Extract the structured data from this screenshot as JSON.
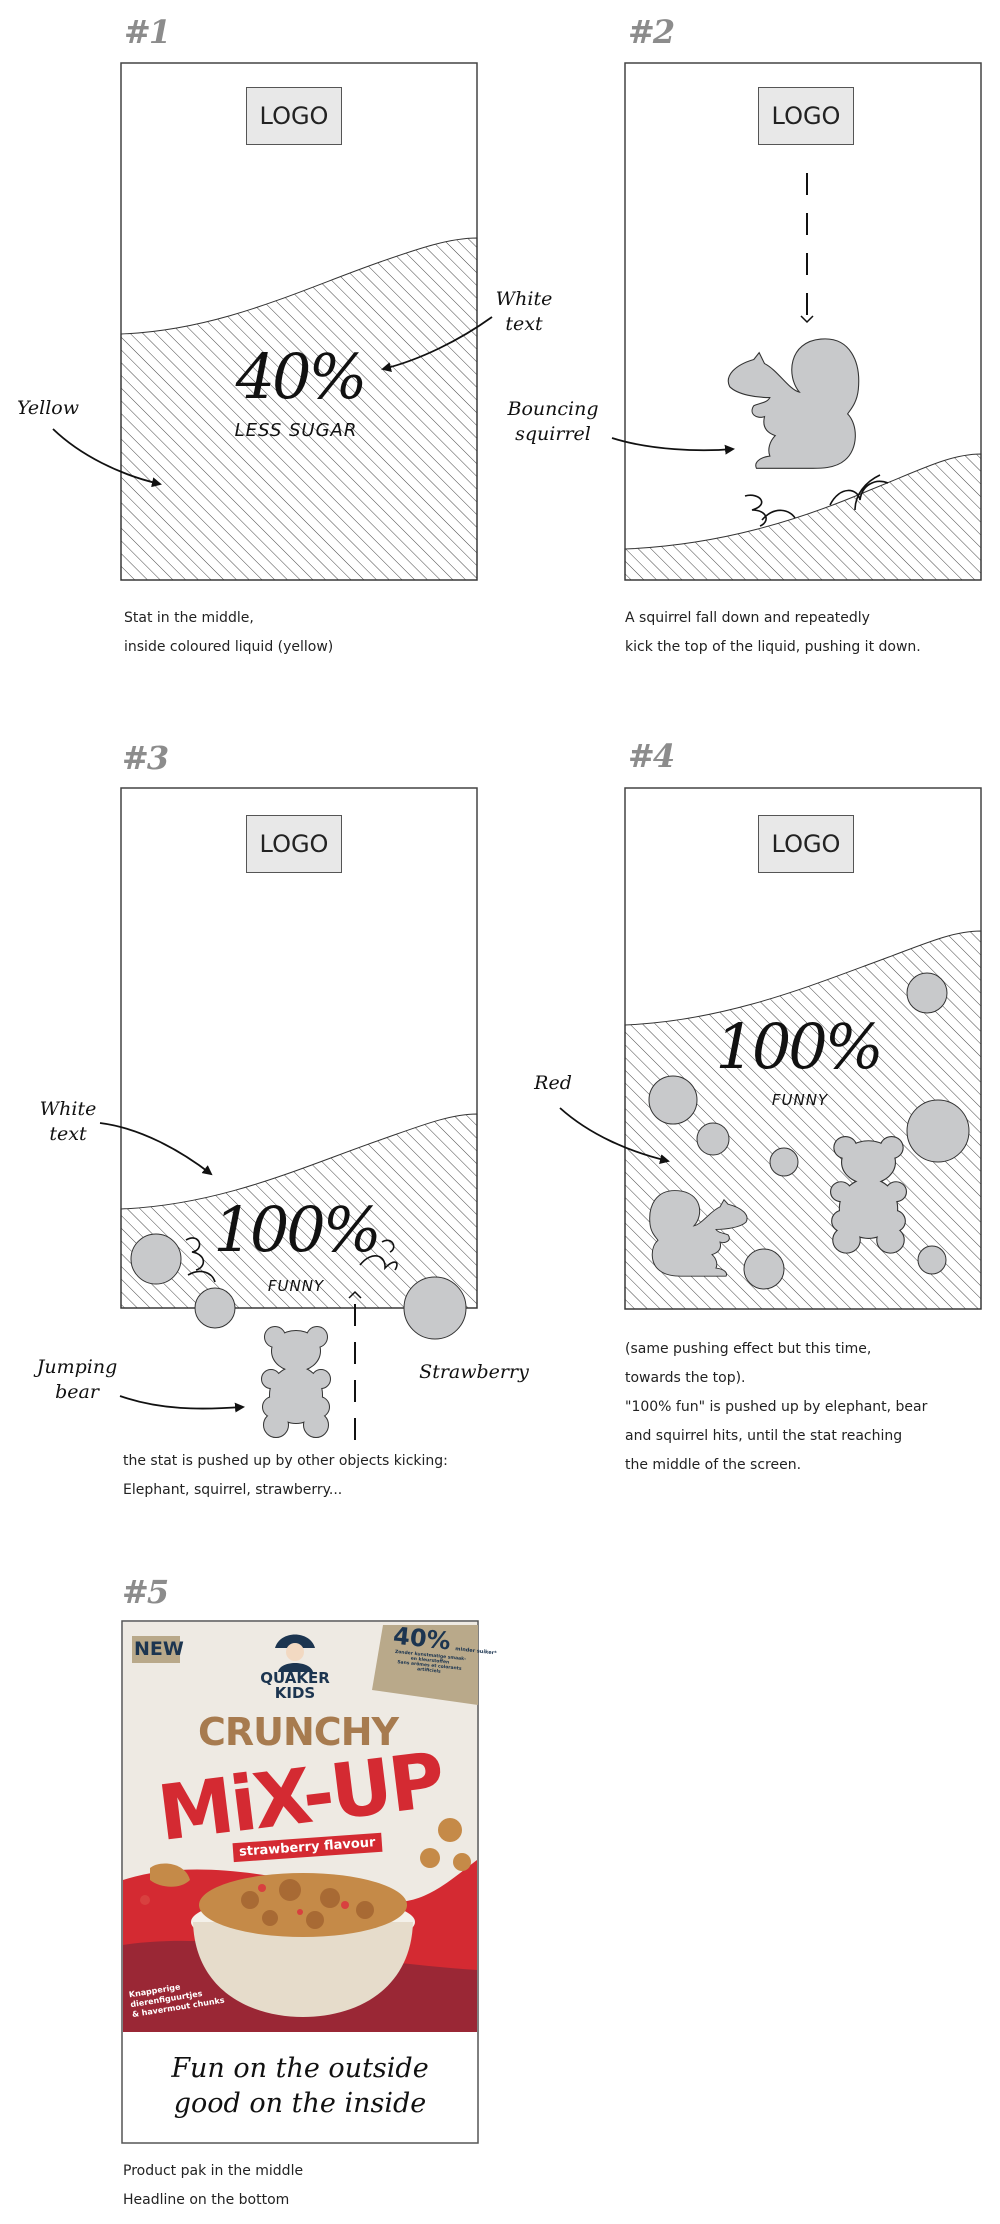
{
  "colors": {
    "liquid_shape": "#c8c9cb",
    "outline": "#333333",
    "label_gray": "#8c8c8c",
    "pack_red": "#d42a32",
    "pack_dark_red": "#9a2735",
    "pack_brown": "#a77b4f",
    "pack_navy": "#1c3550"
  },
  "panels": [
    {
      "number": "#1",
      "logo": "LOGO",
      "stat": "40%",
      "stat_sub": "LESS SUGAR",
      "notes": {
        "yellow": "Yellow",
        "white_1": "White",
        "white_2": "text"
      },
      "caption": [
        "Stat in the middle,",
        "inside coloured liquid (yellow)"
      ]
    },
    {
      "number": "#2",
      "logo": "LOGO",
      "notes": {
        "bouncing_1": "Bouncing",
        "bouncing_2": "squirrel"
      },
      "caption": [
        "A squirrel fall down and repeatedly",
        "kick the top of the liquid, pushing it down."
      ]
    },
    {
      "number": "#3",
      "logo": "LOGO",
      "stat": "100%",
      "stat_sub": "FUNNY",
      "notes": {
        "white_1": "White",
        "white_2": "text",
        "bear_1": "Jumping",
        "bear_2": "bear",
        "strawberry": "Strawberry"
      },
      "caption": [
        "the stat is pushed up by other objects kicking:",
        "Elephant, squirrel, strawberry..."
      ]
    },
    {
      "number": "#4",
      "logo": "LOGO",
      "stat": "100%",
      "stat_sub": "FUNNY",
      "notes": {
        "red": "Red"
      },
      "caption": [
        "(same pushing effect but this time,",
        "towards the top).",
        "\"100% fun\" is pushed up by elephant, bear",
        "and squirrel hits, until the stat reaching",
        "the middle of the screen."
      ]
    },
    {
      "number": "#5",
      "pack": {
        "badge": "NEW",
        "brand_1": "QUAKER",
        "brand_2": "KIDS",
        "line_1": "CRUNCHY",
        "line_2": "MiX-UP",
        "flavour": "strawberry flavour",
        "claim_big": "40%",
        "claim_small": "minder suiker*",
        "claim_2": "Zonder kunstmatige smaak- en kleurstoffen",
        "claim_3": "Sans arômes et colorants artificiels",
        "side_text": [
          "Knapperige",
          "dierenfiguurtjes",
          "& havermout chunks"
        ]
      },
      "headline": [
        "Fun on the outside",
        "good on the inside"
      ],
      "caption": [
        "Product pak in the middle",
        "Headline on the bottom"
      ]
    }
  ]
}
